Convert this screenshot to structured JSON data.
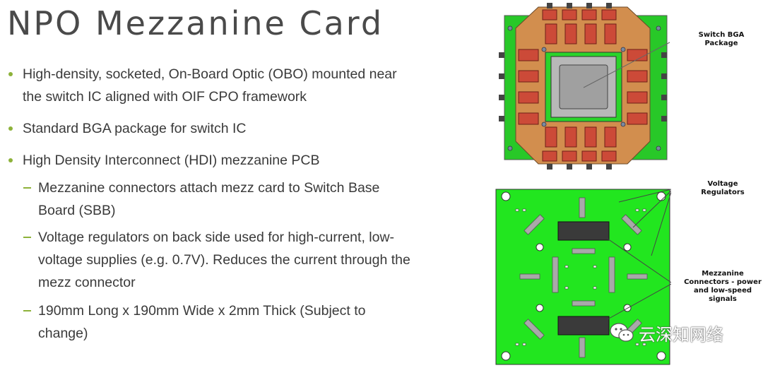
{
  "title": "NPO Mezzanine Card",
  "bullets": [
    {
      "level": 1,
      "lines": [
        "High-density, socketed, On-Board Optic (OBO) mounted near",
        "the switch IC aligned with OIF CPO framework"
      ]
    },
    {
      "level": 1,
      "lines": [
        "Standard BGA package for switch IC"
      ]
    },
    {
      "level": 1,
      "lines": [
        "High Density Interconnect (HDI) mezzanine PCB"
      ]
    },
    {
      "level": 2,
      "lines": [
        "Mezzanine connectors attach mezz card to Switch Base",
        "Board (SBB)"
      ]
    },
    {
      "level": 2,
      "lines": [
        "Voltage regulators on back side used for high-current, low-",
        "voltage supplies (e.g. 0.7V). Reduces the current through the",
        "mezz connector"
      ]
    },
    {
      "level": 2,
      "lines": [
        "190mm Long x 190mm Wide x 2mm Thick (Subject to",
        "change)"
      ]
    }
  ],
  "callouts": {
    "switch_bga": [
      "Switch BGA",
      "Package"
    ],
    "voltage_regulators": [
      "Voltage",
      "Regulators"
    ],
    "mezzanine_connectors": [
      "Mezzanine",
      "Connectors - power",
      "and low-speed",
      "signals"
    ]
  },
  "watermark": "云深知网络",
  "colors": {
    "accent": "#8db23a",
    "pcb_green": "#22e61f",
    "board_orange": "#d08a4a",
    "module_red": "#c8483a"
  }
}
